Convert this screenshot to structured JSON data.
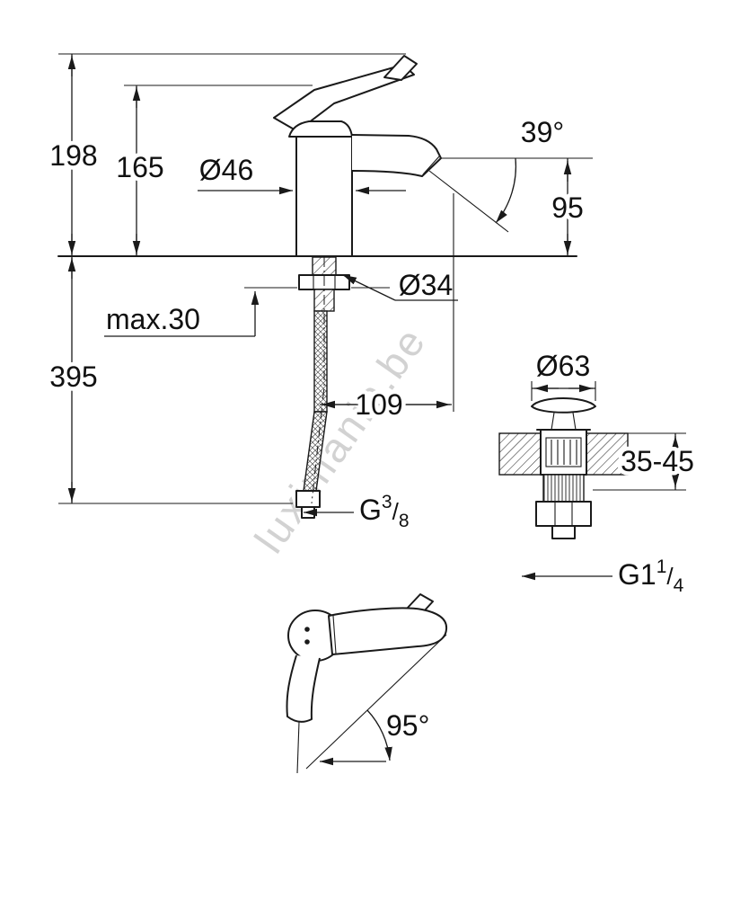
{
  "drawing": {
    "kind": "faucet-dimension-drawing",
    "colors": {
      "line": "#1a1a1a",
      "watermark": "#cbcbcb",
      "background": "#ffffff"
    },
    "watermark": "luximania.be",
    "labels": {
      "total_height": "198",
      "handle_height": "165",
      "body_diameter": "Ø46",
      "stream_angle": "39°",
      "spout_height": "95",
      "shank_diameter": "Ø34",
      "max_deck_thickness": "max.30",
      "hose_length": "395",
      "spout_projection": "109",
      "hose_thread": {
        "prefix": "G",
        "sup": "3",
        "slash": "/",
        "sub": "8"
      },
      "waste_cap_diameter": "Ø63",
      "basin_clamp_range": "35-45",
      "waste_thread": {
        "prefix": "G1",
        "sup": "1",
        "slash": "/",
        "sub": "4"
      },
      "handle_swivel_angle": "95°"
    }
  }
}
